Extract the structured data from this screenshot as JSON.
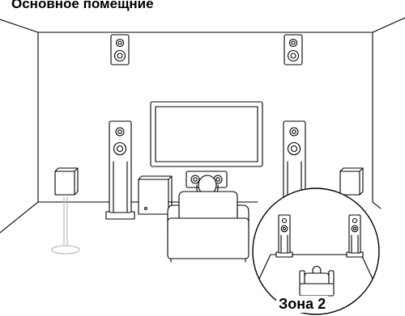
{
  "title": "Основное помещние",
  "zone_label": "Зона 2",
  "colors": {
    "line": "#000000",
    "stand": "#b3b3b3",
    "fill": "#ffffff"
  },
  "icons": [
    "room-outline",
    "surround-back-speaker-left",
    "surround-back-speaker-right",
    "tv-screen",
    "center-speaker",
    "front-tower-left",
    "front-tower-right",
    "subwoofer",
    "surround-speaker-left-on-stand",
    "surround-speaker-right",
    "listener-on-sofa",
    "zone2-circle"
  ]
}
